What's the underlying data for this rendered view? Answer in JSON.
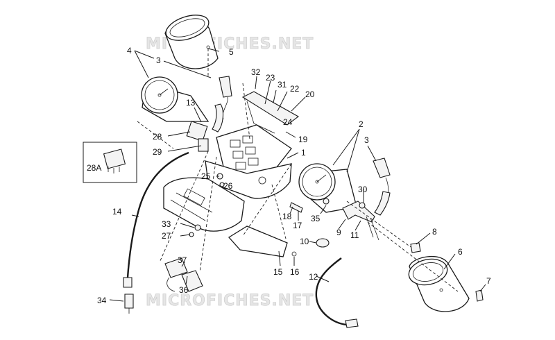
{
  "watermark": {
    "top": "MICROFICHES.NET",
    "bottom": "MICROFICHES.NET"
  },
  "callouts": {
    "c1": "1",
    "c2": "2",
    "c3a": "3",
    "c3b": "3",
    "c4": "4",
    "c5": "5",
    "c6": "6",
    "c7": "7",
    "c8": "8",
    "c9": "9",
    "c10": "10",
    "c11": "11",
    "c12": "12",
    "c13": "13",
    "c14": "14",
    "c15": "15",
    "c16": "16",
    "c17": "17",
    "c18": "18",
    "c19": "19",
    "c20": "20",
    "c22": "22",
    "c23": "23",
    "c24": "24",
    "c25": "25",
    "c26": "26",
    "c27": "27",
    "c28": "28",
    "c28a": "28A",
    "c29": "29",
    "c30": "30",
    "c31": "31",
    "c32": "32",
    "c33": "33",
    "c34": "34",
    "c35": "35",
    "c36": "36",
    "c37": "37"
  }
}
